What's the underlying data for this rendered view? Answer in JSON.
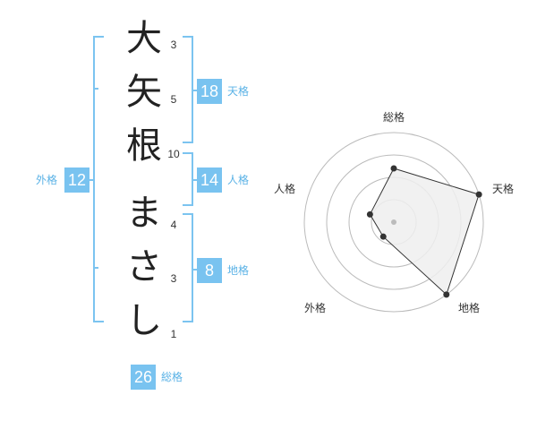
{
  "name": {
    "characters": [
      "大",
      "矢",
      "根",
      "ま",
      "さ",
      "し"
    ],
    "strokes": [
      "3",
      "5",
      "10",
      "4",
      "3",
      "1"
    ]
  },
  "fortune": {
    "tenkaku": {
      "value": "18",
      "label": "天格"
    },
    "jinkaku": {
      "value": "14",
      "label": "人格"
    },
    "chikaku": {
      "value": "8",
      "label": "地格"
    },
    "gaikaku": {
      "value": "12",
      "label": "外格"
    },
    "soukaku": {
      "value": "26",
      "label": "総格"
    }
  },
  "chart_data": {
    "type": "radar",
    "axes": [
      "総格",
      "天格",
      "地格",
      "外格",
      "人格"
    ],
    "values": [
      3,
      5,
      5,
      1,
      1.4
    ],
    "rmax": 5,
    "rings": 4,
    "colors": {
      "fill": "#efefef",
      "stroke": "#333333",
      "ring": "#bbbbbb",
      "center": "#bbbbbb"
    }
  },
  "colors": {
    "accent": "#79c3f0",
    "accent_text": "#5ab2e6"
  }
}
